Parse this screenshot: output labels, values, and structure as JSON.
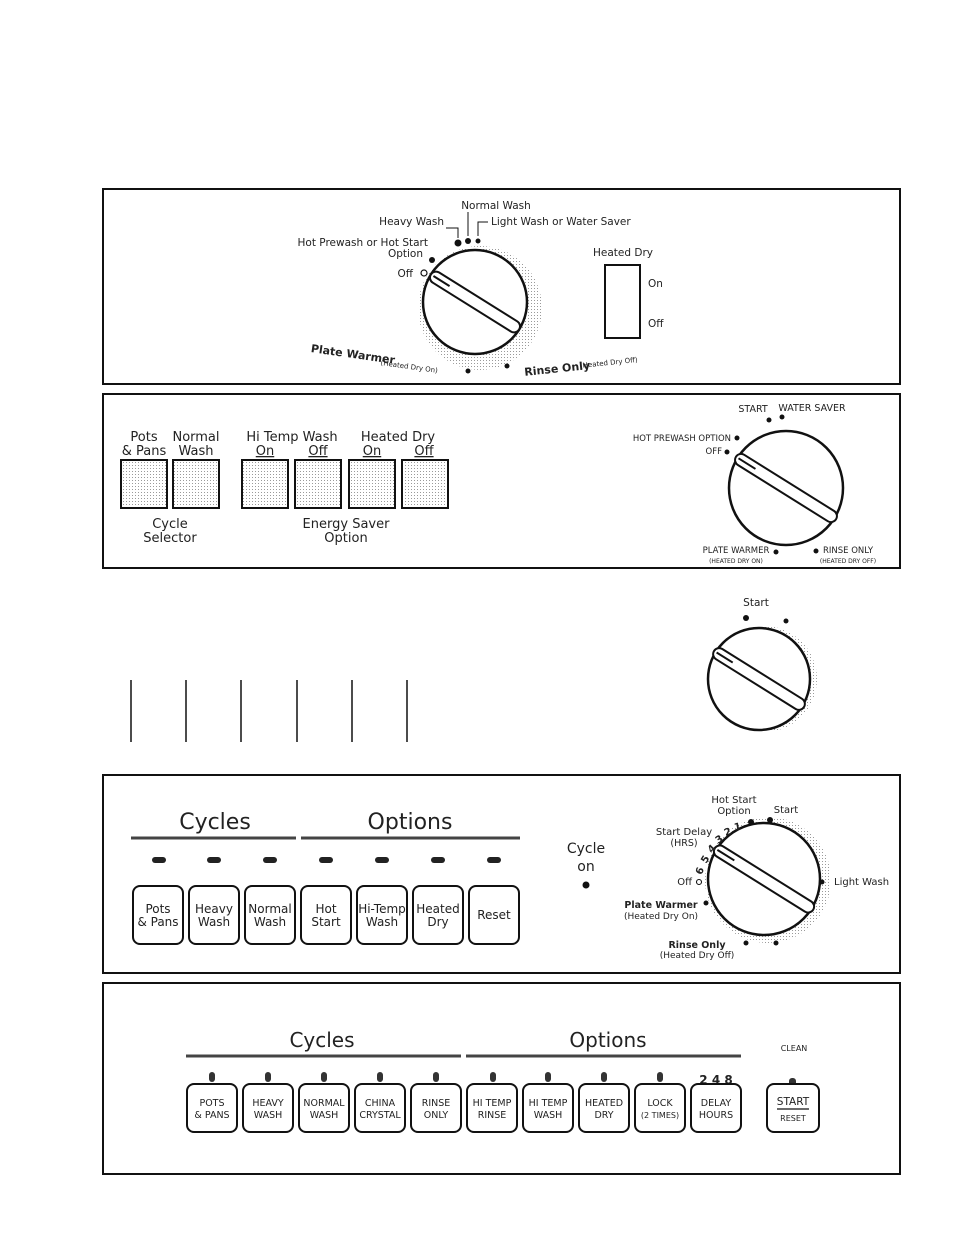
{
  "panel1": {
    "dial": {
      "normal_wash": "Normal Wash",
      "heavy_wash": "Heavy Wash",
      "light_wash": "Light Wash or Water Saver",
      "hot_prewash_1": "Hot Prewash or Hot Start",
      "hot_prewash_2": "Option",
      "off": "Off",
      "plate_warmer": "Plate Warmer",
      "plate_warmer_sub": "(Heated Dry On)",
      "rinse_only": "Rinse Only",
      "rinse_only_sub": "(Heated Dry Off)"
    },
    "heated_dry": {
      "label": "Heated Dry",
      "on": "On",
      "off": "Off"
    }
  },
  "panel2": {
    "buttons": [
      {
        "top": "Pots",
        "bottom": "& Pans"
      },
      {
        "top": "Normal",
        "bottom": "Wash"
      },
      {
        "top": "Hi Temp Wash",
        "bottom": "On"
      },
      {
        "top": "",
        "bottom": "Off"
      },
      {
        "top": "Heated Dry",
        "bottom": "On"
      },
      {
        "top": "",
        "bottom": "Off"
      }
    ],
    "cycle_selector": [
      "Cycle",
      "Selector"
    ],
    "energy_saver": [
      "Energy Saver",
      "Option"
    ],
    "dial": {
      "start": "Start",
      "water_saver": "Water Saver",
      "hot_prewash": "Hot Prewash Option",
      "off": "Off",
      "plate_warmer": "Plate Warmer",
      "plate_warmer_sub": "(Heated Dry On)",
      "rinse_only": "Rinse Only",
      "rinse_only_sub": "(Heated Dry Off)"
    }
  },
  "panel3": {
    "start": "Start"
  },
  "panel4": {
    "cycles_heading": "Cycles",
    "options_heading": "Options",
    "buttons": [
      {
        "line1": "Pots",
        "line2": "& Pans"
      },
      {
        "line1": "Heavy",
        "line2": "Wash"
      },
      {
        "line1": "Normal",
        "line2": "Wash"
      },
      {
        "line1": "Hot",
        "line2": "Start"
      },
      {
        "line1": "Hi-Temp",
        "line2": "Wash"
      },
      {
        "line1": "Heated",
        "line2": "Dry"
      },
      {
        "line1": "Reset",
        "line2": ""
      }
    ],
    "cycle_on": [
      "Cycle",
      "on"
    ],
    "dial": {
      "hot_start": "Hot Start",
      "hot_start_2": "Option",
      "start": "Start",
      "start_delay": "Start Delay",
      "hrs": "(HRS)",
      "numbers": [
        "6",
        "5",
        "4",
        "3",
        "2",
        "1"
      ],
      "off": "Off",
      "light_wash": "Light Wash",
      "plate_warmer": "Plate Warmer",
      "plate_warmer_sub": "(Heated Dry On)",
      "rinse_only": "Rinse Only",
      "rinse_only_sub": "(Heated Dry Off)"
    }
  },
  "panel5": {
    "cycles_heading": "Cycles",
    "options_heading": "Options",
    "buttons": [
      {
        "line1": "Pots",
        "line2": "& Pans"
      },
      {
        "line1": "Heavy",
        "line2": "Wash"
      },
      {
        "line1": "Normal",
        "line2": "Wash"
      },
      {
        "line1": "China",
        "line2": "Crystal"
      },
      {
        "line1": "Rinse",
        "line2": "Only"
      },
      {
        "line1": "Hi Temp",
        "line2": "Rinse"
      },
      {
        "line1": "Hi Temp",
        "line2": "Wash"
      },
      {
        "line1": "Heated",
        "line2": "Dry"
      },
      {
        "line1": "Lock",
        "line2": "(2 Times)"
      },
      {
        "line1": "Delay",
        "line2": "Hours"
      }
    ],
    "delay_numbers": "2  4  8",
    "clean": "Clean",
    "start": "Start",
    "reset": "Reset"
  }
}
